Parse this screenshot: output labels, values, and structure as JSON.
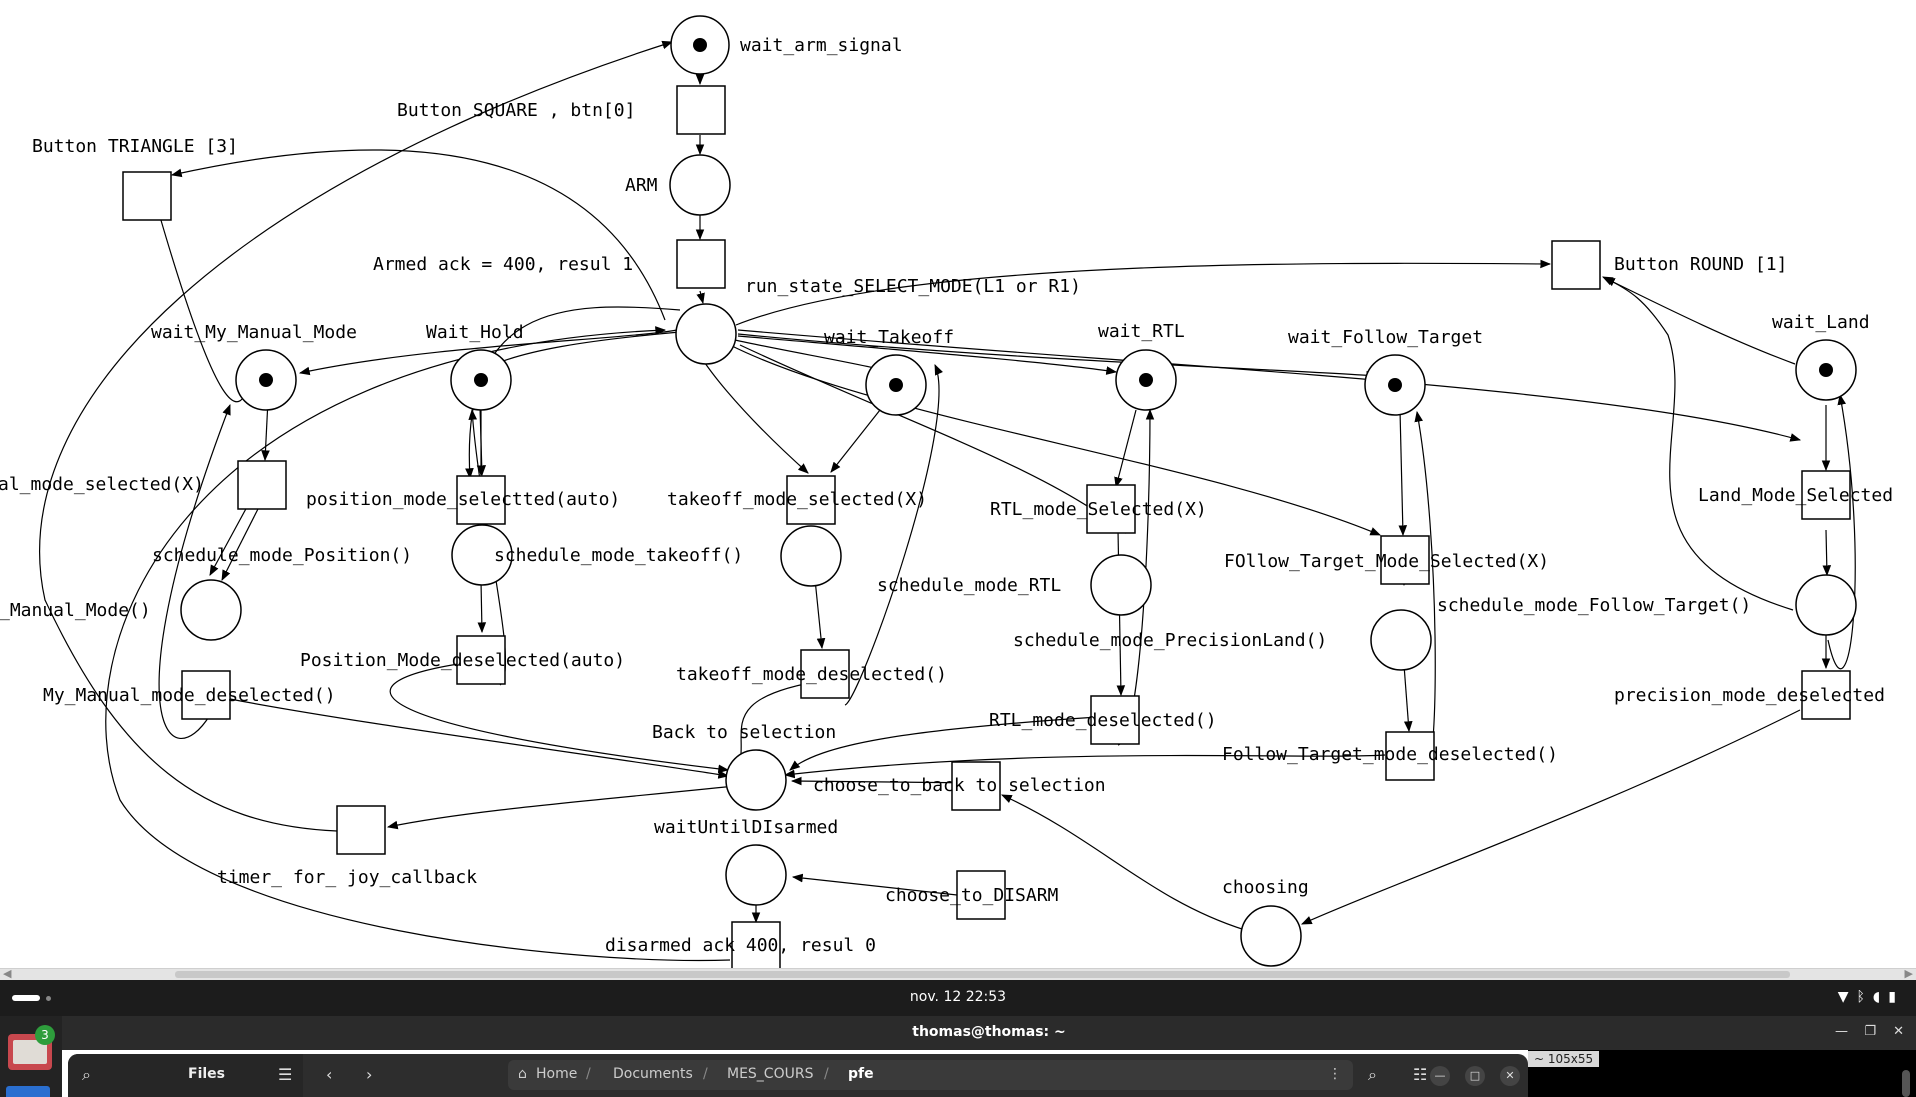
{
  "diagram": {
    "places": [
      {
        "id": "wait_arm_signal",
        "label": "wait_arm_signal",
        "token": true
      },
      {
        "id": "arm",
        "label": "ARM",
        "token": false
      },
      {
        "id": "run_state",
        "label": "run_state_SELECT_MODE(L1 or R1)",
        "token": false
      },
      {
        "id": "wait_manual",
        "label": "wait_My_Manual_Mode",
        "token": true
      },
      {
        "id": "wait_hold",
        "label": "Wait_Hold",
        "token": true
      },
      {
        "id": "wait_takeoff",
        "label": "wait_Takeoff",
        "token": true
      },
      {
        "id": "wait_rtl",
        "label": "wait_RTL",
        "token": true
      },
      {
        "id": "wait_follow",
        "label": "wait_Follow_Target",
        "token": true
      },
      {
        "id": "wait_land",
        "label": "wait_Land",
        "token": true
      },
      {
        "id": "sched_manual",
        "label": "_Manual_Mode()",
        "token": false
      },
      {
        "id": "sched_position",
        "label": "schedule_mode_Position()",
        "token": false
      },
      {
        "id": "sched_takeoff",
        "label": "schedule_mode_takeoff()",
        "token": false
      },
      {
        "id": "sched_rtl",
        "label": "schedule_mode_RTL",
        "token": false
      },
      {
        "id": "sched_follow",
        "label": "schedule_mode_Follow_Target()",
        "token": false
      },
      {
        "id": "sched_precision",
        "label": "schedule_mode_PrecisionLand()",
        "token": false
      },
      {
        "id": "back_selection",
        "label": "Back to selection",
        "token": false
      },
      {
        "id": "wait_disarmed",
        "label": "waitUntilDIsarmed",
        "token": false
      },
      {
        "id": "choosing",
        "label": "choosing",
        "token": false
      }
    ],
    "transitions": [
      {
        "id": "btn_square",
        "label": "Button SQUARE , btn[0]"
      },
      {
        "id": "armed_ack",
        "label": "Armed ack = 400, resul 1"
      },
      {
        "id": "btn_triangle",
        "label": "Button TRIANGLE [3]"
      },
      {
        "id": "btn_round",
        "label": "Button ROUND [1]"
      },
      {
        "id": "manual_sel",
        "label": "al_mode_selected(X)"
      },
      {
        "id": "position_sel",
        "label": "position_mode_selectted(auto)"
      },
      {
        "id": "takeoff_sel",
        "label": "takeoff_mode_selected(X)"
      },
      {
        "id": "rtl_sel",
        "label": "RTL_mode_Selected(X)"
      },
      {
        "id": "follow_sel",
        "label": "FOllow_Target_Mode_Selected(X)"
      },
      {
        "id": "land_sel",
        "label": "Land_Mode_Selected"
      },
      {
        "id": "manual_desel",
        "label": "My_Manual_mode_deselected()"
      },
      {
        "id": "position_desel",
        "label": "Position_Mode_deselected(auto)"
      },
      {
        "id": "takeoff_desel",
        "label": "takeoff_mode_deselected()"
      },
      {
        "id": "rtl_desel",
        "label": "RTL_mode_deselected()"
      },
      {
        "id": "follow_desel",
        "label": "Follow_Target_mode_deselected()"
      },
      {
        "id": "precision_desel",
        "label": "precision_mode_deselected"
      },
      {
        "id": "timer_joy",
        "label": "timer_ for_ joy_callback"
      },
      {
        "id": "choose_back",
        "label": "choose_to_back to selection"
      },
      {
        "id": "choose_disarm",
        "label": "choose_to_DISARM"
      },
      {
        "id": "disarmed_ack",
        "label": "disarmed ack 400, resul 0"
      }
    ]
  },
  "topbar": {
    "clock": "nov. 12  22:53"
  },
  "dock": {
    "files_badge": "3"
  },
  "terminal": {
    "title": "thomas@thomas: ~",
    "size": "~ 105x55"
  },
  "files": {
    "title": "Files",
    "path": [
      "Home",
      "Documents",
      "MES_COURS",
      "pfe"
    ]
  }
}
